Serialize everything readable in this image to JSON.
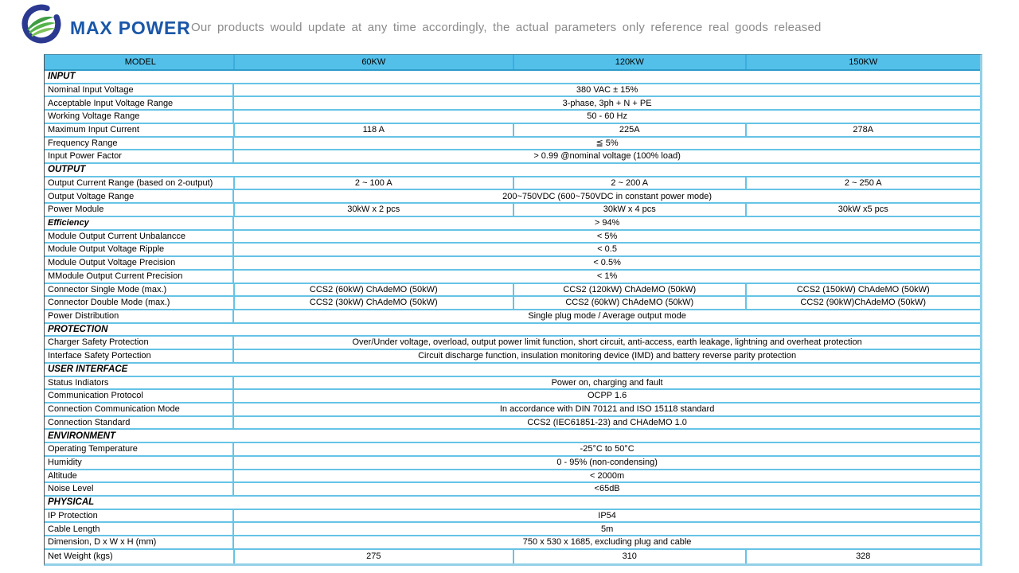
{
  "header": {
    "brand": "MAX POWER",
    "tagline": "Our products would update at any time accordingly, the actual parameters only reference real goods released",
    "brand_color": "#1a57a8",
    "logo_colors": {
      "ring_navy": "#2b3a90",
      "leaf_dark": "#3f9c44",
      "leaf_mid": "#54b34a",
      "leaf_light": "#7dc25b"
    }
  },
  "table": {
    "accent_color": "#53c0ea",
    "border_color": "#66c3e6",
    "columns": [
      "MODEL",
      "60KW",
      "120KW",
      "150KW"
    ],
    "rows": [
      {
        "t": "section",
        "label": "INPUT"
      },
      {
        "t": "span",
        "label": "Nominal Input Voltage",
        "value": "380 VAC  ± 15%"
      },
      {
        "t": "span",
        "label": "Acceptable Input Voltage Range",
        "value": "3-phase, 3ph + N + PE"
      },
      {
        "t": "span",
        "label": "Working Voltage Range",
        "value": "50 - 60 Hz"
      },
      {
        "t": "cols",
        "label": "Maximum Input Current",
        "values": [
          "118 A",
          "225A",
          "278A"
        ]
      },
      {
        "t": "span",
        "label": "Frequency Range",
        "value": "≦ 5%"
      },
      {
        "t": "span",
        "label": "Input Power Factor",
        "value": "> 0.99 @nominal voltage (100% load)"
      },
      {
        "t": "section",
        "label": "OUTPUT"
      },
      {
        "t": "cols",
        "label": "Output Current Range (based on 2-output)",
        "values": [
          "2 ~ 100 A",
          "2 ~ 200 A",
          "2 ~ 250 A"
        ]
      },
      {
        "t": "span",
        "label": "Output Voltage Range",
        "value": "200~750VDC (600~750VDC in constant power mode)"
      },
      {
        "t": "cols",
        "label": "Power Module",
        "values": [
          "30kW x 2 pcs",
          "30kW x 4 pcs",
          "30kW x5 pcs"
        ]
      },
      {
        "t": "span",
        "label": "Efficiency",
        "value": "> 94%",
        "bold_label": true
      },
      {
        "t": "span",
        "label": "Module Output Current Unbalancce",
        "value": "< 5%"
      },
      {
        "t": "span",
        "label": "Module Output Voltage Ripple",
        "value": "< 0.5"
      },
      {
        "t": "span",
        "label": "Module Output Voltage Precision",
        "value": "< 0.5%"
      },
      {
        "t": "span",
        "label": "MModule Output Current Precision",
        "value": "< 1%"
      },
      {
        "t": "cols",
        "label": "Connector Single Mode (max.)",
        "values": [
          "CCS2 (60kW) ChAdeMO  (50kW)",
          "CCS2 (120kW) ChAdeMO  (50kW)",
          "CCS2 (150kW) ChAdeMO  (50kW)"
        ]
      },
      {
        "t": "cols",
        "label": "Connector Double Mode (max.)",
        "values": [
          "CCS2 (30kW) ChAdeMO  (50kW)",
          "CCS2 (60kW) ChAdeMO  (50kW)",
          "CCS2 (90kW)ChAdeMO  (50kW)"
        ]
      },
      {
        "t": "span",
        "label": "Power Distribution",
        "value": "Single plug mode / Average output mode"
      },
      {
        "t": "section",
        "label": "PROTECTION"
      },
      {
        "t": "span",
        "label": "Charger Safety  Protection",
        "value": "Over/Under voltage,  overload, output power limit function, short circuit,  anti-access, earth leakage, lightning and overheat protection"
      },
      {
        "t": "span",
        "label": "Interface Safety  Portection",
        "value": "Circuit discharge function, insulation monitoring device (IMD) and battery reverse parity protection"
      },
      {
        "t": "section",
        "label": "USER INTERFACE"
      },
      {
        "t": "span",
        "label": "Status Indiators",
        "value": "Power on,  charging and fault"
      },
      {
        "t": "span",
        "label": "Communication Protocol",
        "value": "OCPP 1.6"
      },
      {
        "t": "span",
        "label": "Connection Communication Mode",
        "value": "In accordance with DIN 70121 and ISO  15118 standard"
      },
      {
        "t": "span",
        "label": "Connection Standard",
        "value": "CCS2 (IEC61851-23) and CHAdeMO  1.0"
      },
      {
        "t": "section",
        "label": "ENVIRONMENT"
      },
      {
        "t": "span",
        "label": "Operating Temperature",
        "value": "-25°C to 50°C"
      },
      {
        "t": "span",
        "label": "Humidity",
        "value": "0 - 95% (non-condensing)"
      },
      {
        "t": "span",
        "label": "Altitude",
        "value": "< 2000m"
      },
      {
        "t": "span",
        "label": "Noise Level",
        "value": "<65dB"
      },
      {
        "t": "section",
        "label": "PHYSICAL"
      },
      {
        "t": "span",
        "label": "IP  Protection",
        "value": "IP54"
      },
      {
        "t": "span",
        "label": "Cable Length",
        "value": "5m"
      },
      {
        "t": "span",
        "label": "Dimension, D x W x  H (mm)",
        "value": "750 x  530 x  1685, excluding plug and cable"
      },
      {
        "t": "cols",
        "label": "Net Weight (kgs)",
        "values": [
          "275",
          "310",
          "328"
        ]
      }
    ]
  }
}
